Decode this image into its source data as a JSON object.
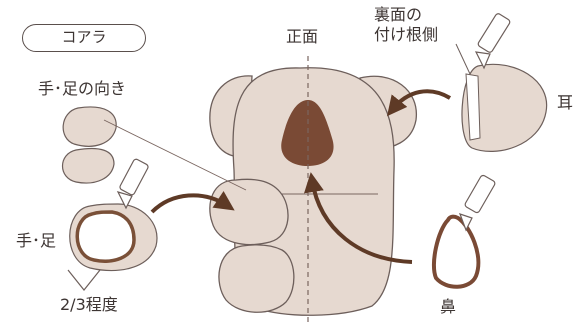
{
  "title_badge": "コアラ",
  "labels": {
    "front": "正面",
    "ear_back_line1": "裏面の",
    "ear_back_line2": "付け根側",
    "ear": "耳",
    "limb_orientation": "手･足の向き",
    "limbs": "手･足",
    "two_thirds": "2/3程度",
    "nose": "鼻"
  },
  "colors": {
    "body_fill": "#e6d9d0",
    "body_stroke": "#6d5f5b",
    "nose_fill": "#7a4a35",
    "arrow": "#5e3a26",
    "dashed_line": "#7a6660",
    "glue_bottle": "#6d5f5b",
    "outline_brown": "#7a5038"
  }
}
